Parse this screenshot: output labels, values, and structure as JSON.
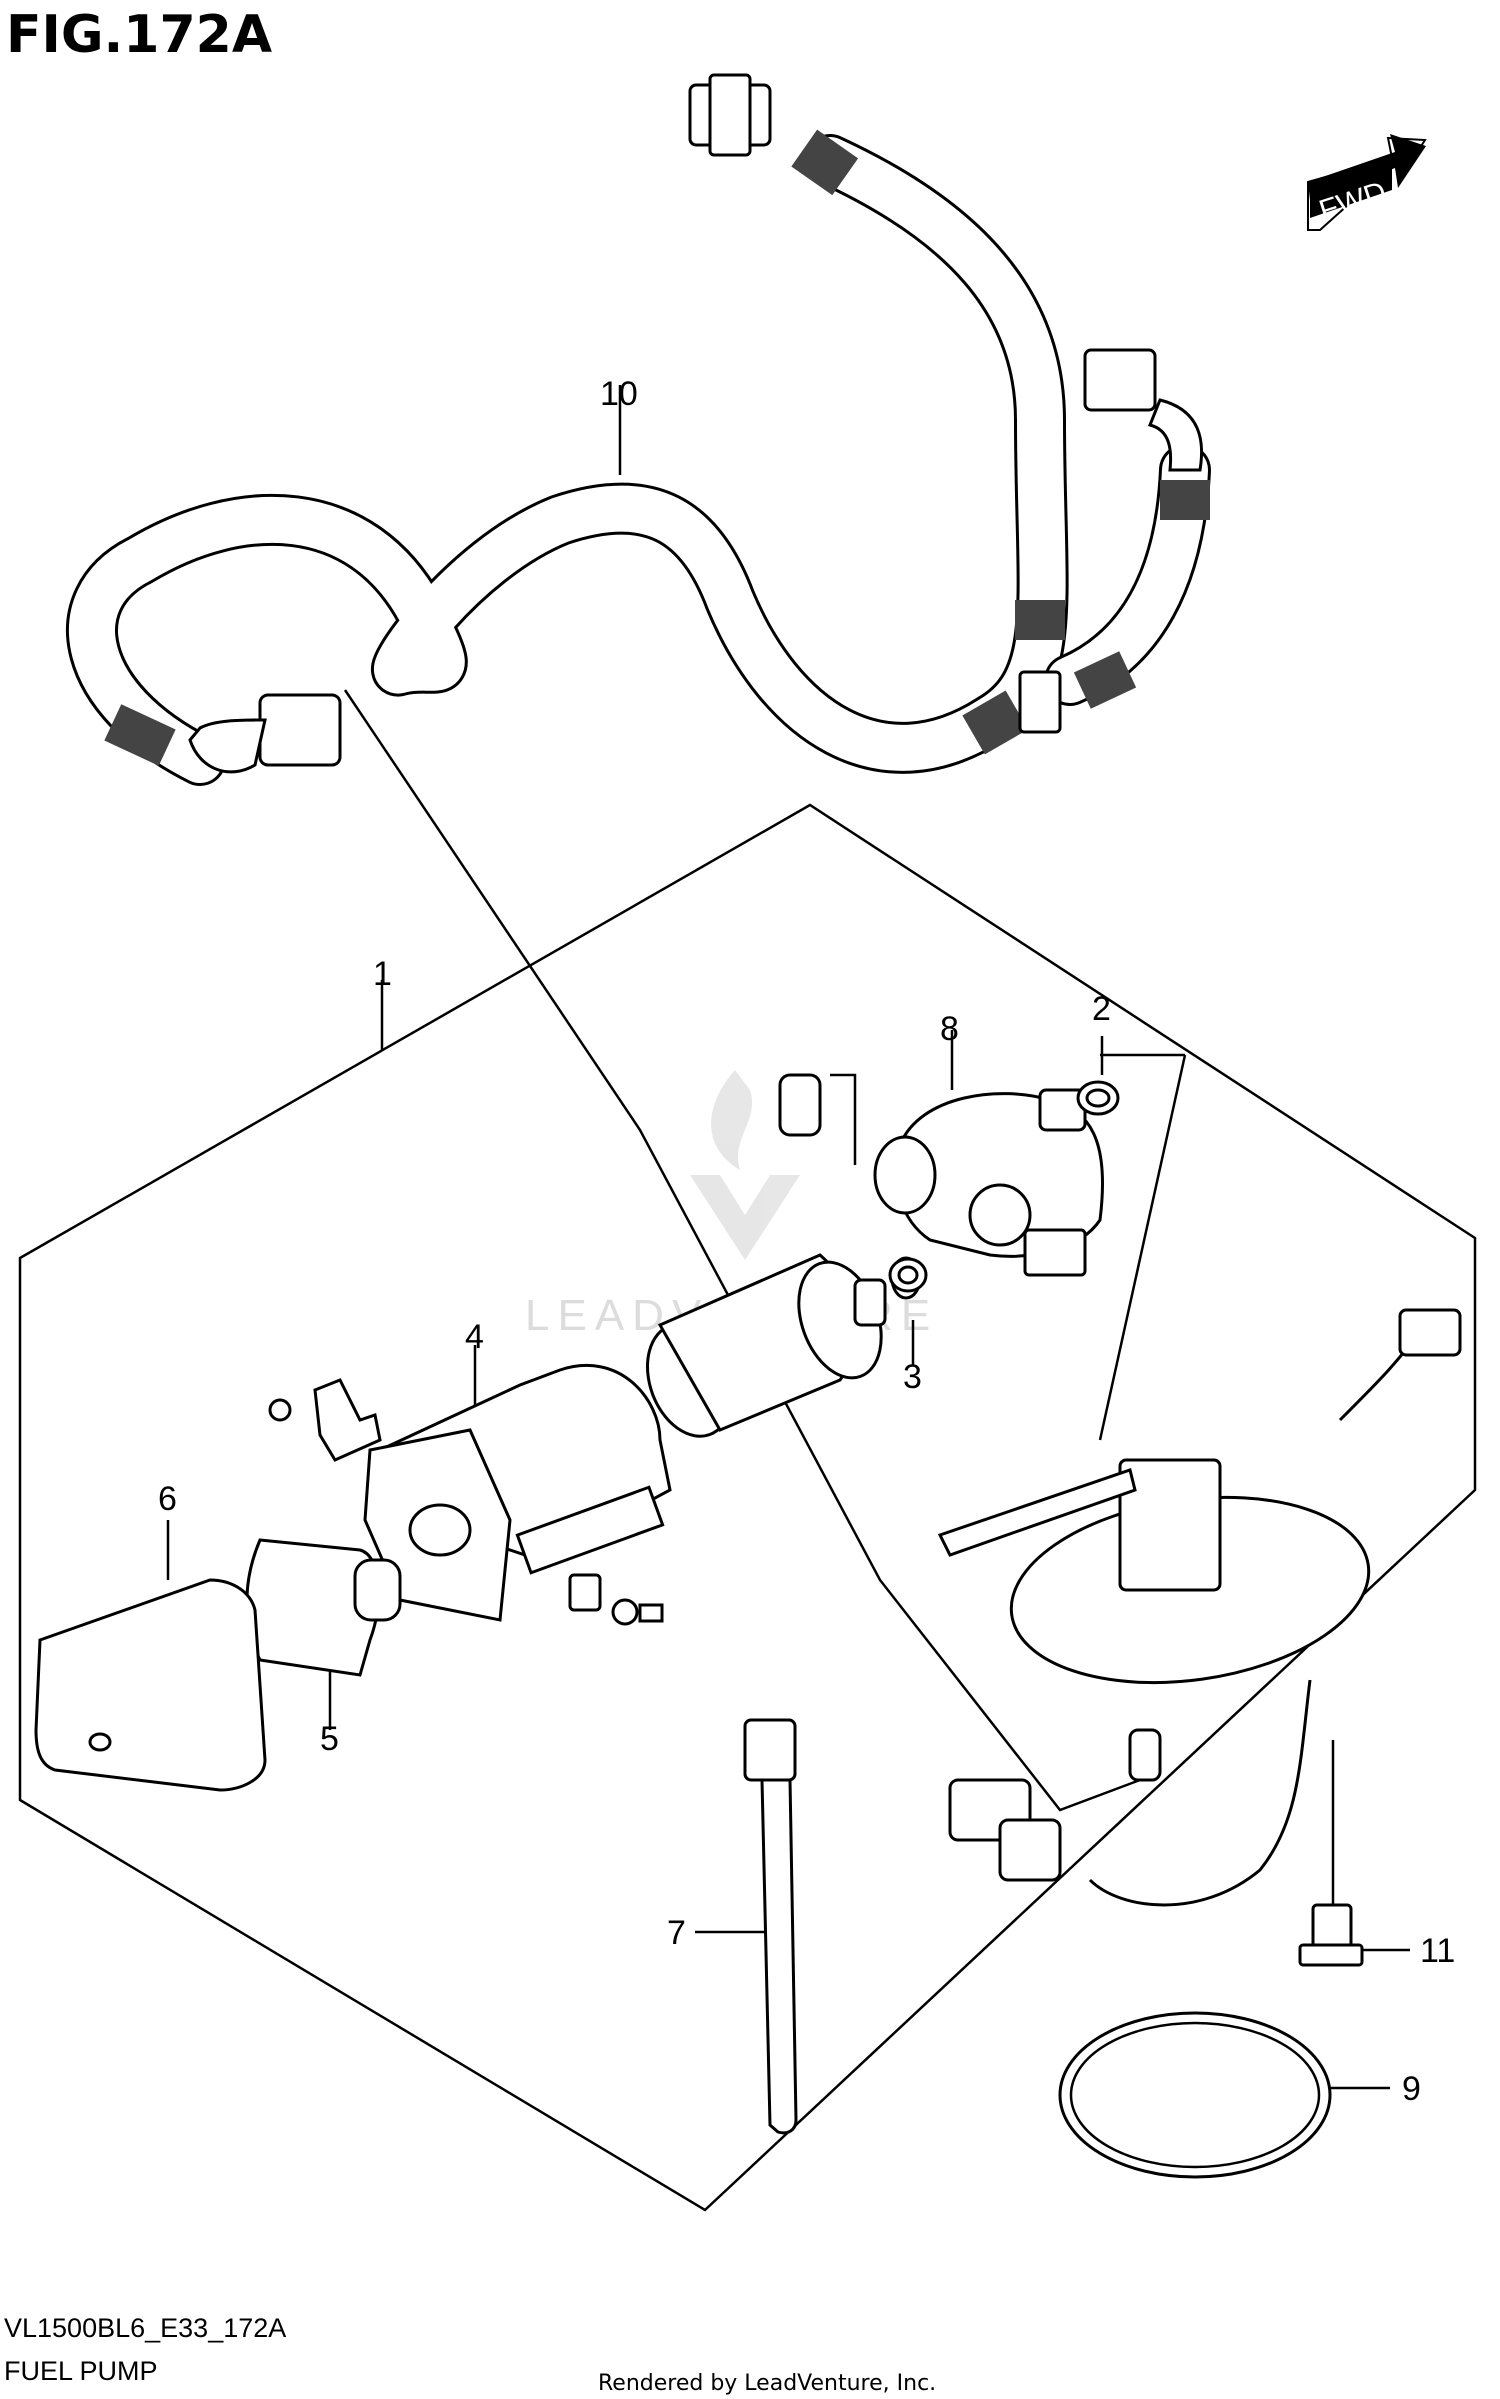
{
  "figure": {
    "title": "FIG.172A",
    "code": "VL1500BL6_E33_172A",
    "name": "FUEL PUMP",
    "credit": "Rendered by LeadVenture, Inc.",
    "watermark": "LEADVENTURE",
    "fwd_label": "FWD"
  },
  "callouts": [
    {
      "id": "1",
      "label": "1"
    },
    {
      "id": "2",
      "label": "2"
    },
    {
      "id": "3",
      "label": "3"
    },
    {
      "id": "4",
      "label": "4"
    },
    {
      "id": "5",
      "label": "5"
    },
    {
      "id": "6",
      "label": "6"
    },
    {
      "id": "7",
      "label": "7"
    },
    {
      "id": "8",
      "label": "8"
    },
    {
      "id": "9",
      "label": "9"
    },
    {
      "id": "10",
      "label": "10"
    },
    {
      "id": "11",
      "label": "11"
    }
  ]
}
